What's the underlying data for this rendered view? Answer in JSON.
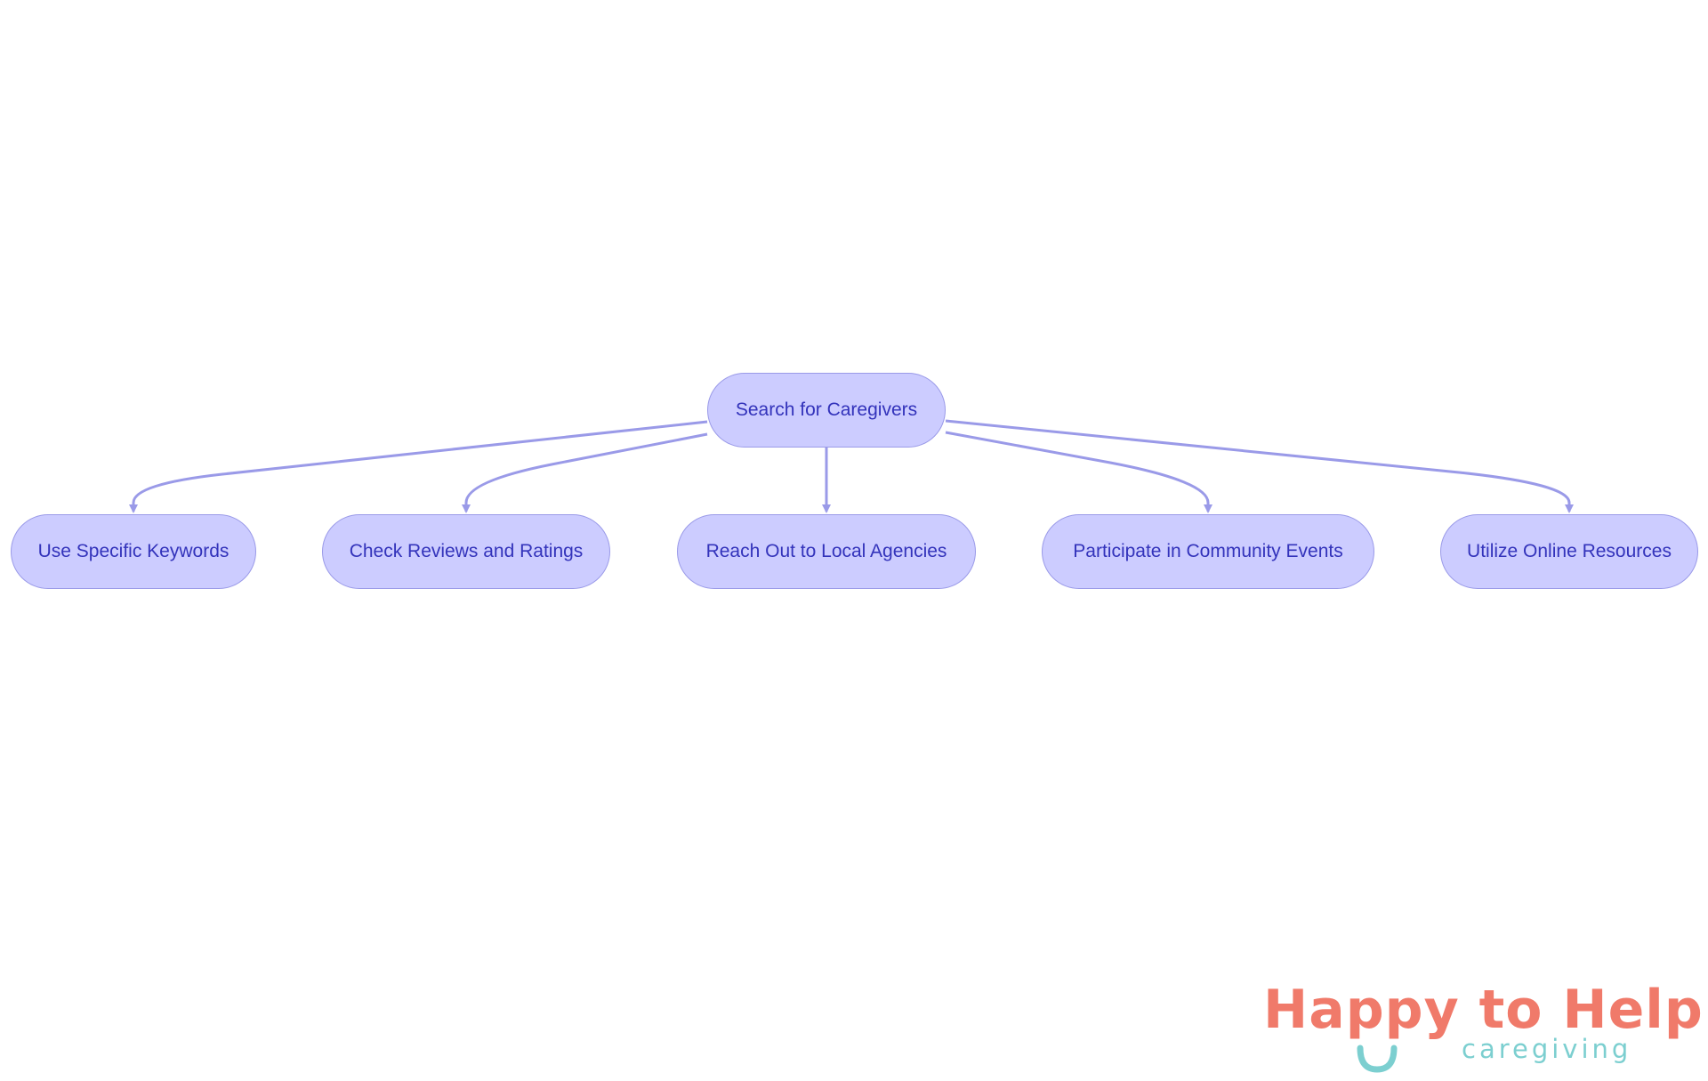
{
  "diagram": {
    "colors": {
      "node_fill": "#ccccff",
      "node_border": "#9a9ae8",
      "node_text": "#3333bb",
      "edge": "#9a9ae8"
    },
    "root": {
      "id": "root",
      "label": "Search for Caregivers"
    },
    "children": [
      {
        "id": "keywords",
        "label": "Use Specific Keywords"
      },
      {
        "id": "reviews",
        "label": "Check Reviews and Ratings"
      },
      {
        "id": "agencies",
        "label": "Reach Out to Local Agencies"
      },
      {
        "id": "community",
        "label": "Participate in Community Events"
      },
      {
        "id": "online",
        "label": "Utilize Online Resources"
      }
    ],
    "edges": [
      {
        "from": "root",
        "to": "keywords"
      },
      {
        "from": "root",
        "to": "reviews"
      },
      {
        "from": "root",
        "to": "agencies"
      },
      {
        "from": "root",
        "to": "community"
      },
      {
        "from": "root",
        "to": "online"
      }
    ]
  },
  "logo": {
    "title": "Happy to Help",
    "subtitle": "caregiving",
    "title_color": "#f07a6a",
    "subtitle_color": "#7ccfd0"
  }
}
